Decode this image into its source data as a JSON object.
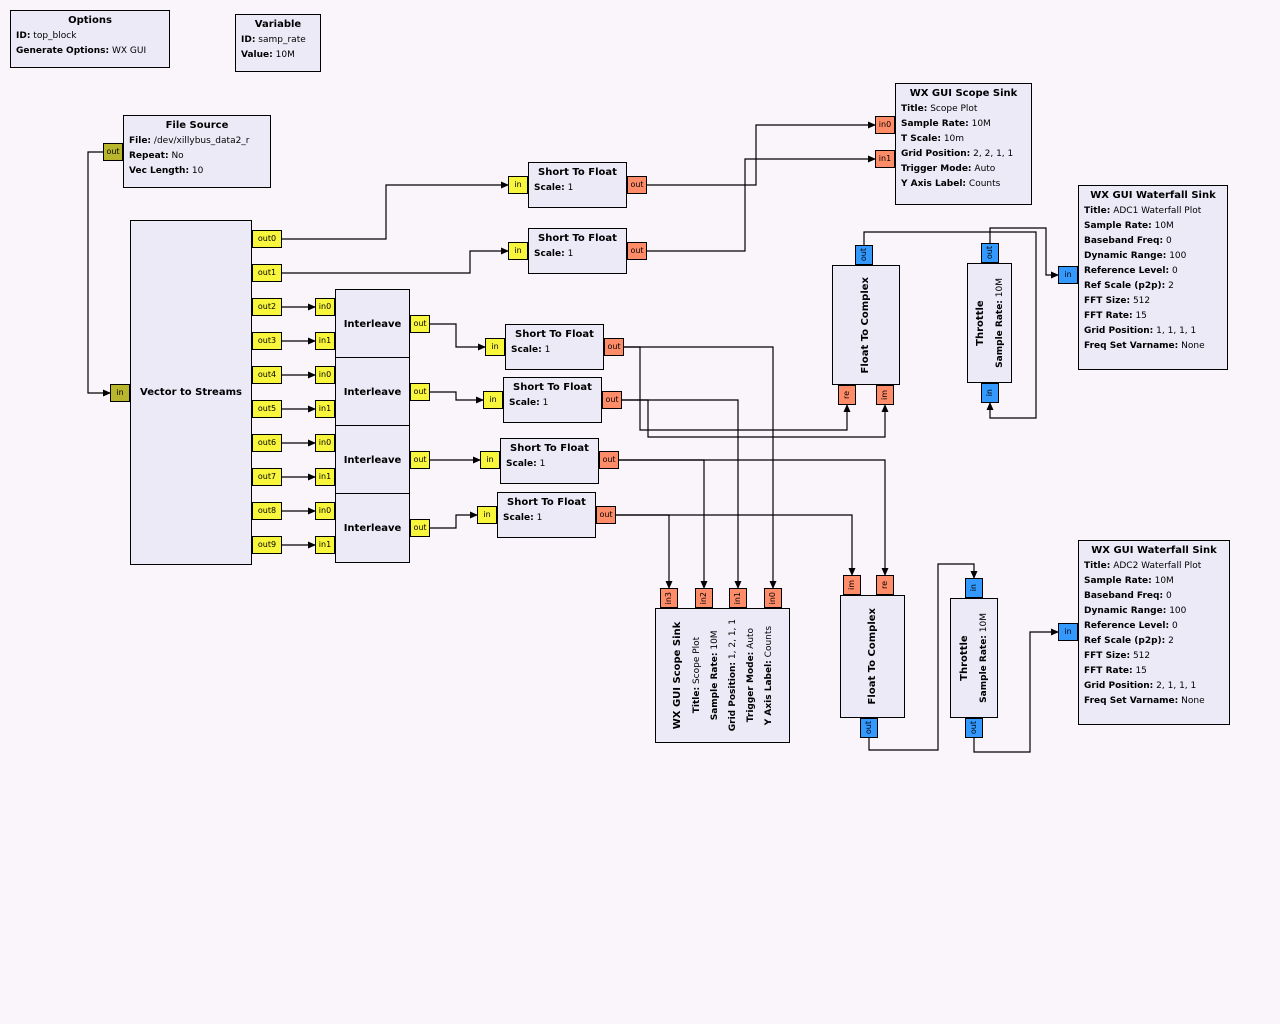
{
  "app": {
    "name": "flowgraph-editor"
  },
  "colors": {
    "short": "#f8f53d",
    "short_vector": "#b9b52c",
    "float": "#ff8c69",
    "complex": "#3399ff"
  },
  "blocks": {
    "options": {
      "title": "Options",
      "params": [
        {
          "label": "ID:",
          "value": "top_block"
        },
        {
          "label": "Generate Options:",
          "value": "WX GUI"
        }
      ],
      "ports": {}
    },
    "variable": {
      "title": "Variable",
      "params": [
        {
          "label": "ID:",
          "value": "samp_rate"
        },
        {
          "label": "Value:",
          "value": "10M"
        }
      ],
      "ports": {}
    },
    "file_source": {
      "title": "File Source",
      "params": [
        {
          "label": "File:",
          "value": "/dev/xillybus_data2_r"
        },
        {
          "label": "Repeat:",
          "value": "No"
        },
        {
          "label": "Vec Length:",
          "value": "10"
        }
      ],
      "ports": {
        "out": {
          "label": "out",
          "type": "short_vector"
        }
      }
    },
    "vector_to_streams": {
      "title": "Vector to Streams",
      "params": [],
      "ports": {
        "in": {
          "label": "in",
          "type": "short_vector"
        },
        "out0": {
          "label": "out0",
          "type": "short"
        },
        "out1": {
          "label": "out1",
          "type": "short"
        },
        "out2": {
          "label": "out2",
          "type": "short"
        },
        "out3": {
          "label": "out3",
          "type": "short"
        },
        "out4": {
          "label": "out4",
          "type": "short"
        },
        "out5": {
          "label": "out5",
          "type": "short"
        },
        "out6": {
          "label": "out6",
          "type": "short"
        },
        "out7": {
          "label": "out7",
          "type": "short"
        },
        "out8": {
          "label": "out8",
          "type": "short"
        },
        "out9": {
          "label": "out9",
          "type": "short"
        }
      }
    },
    "interleave_1": {
      "title": "Interleave",
      "params": [],
      "ports": {
        "in0": {
          "label": "in0",
          "type": "short"
        },
        "in1": {
          "label": "in1",
          "type": "short"
        },
        "out": {
          "label": "out",
          "type": "short"
        }
      }
    },
    "interleave_2": {
      "title": "Interleave",
      "params": [],
      "ports": {
        "in0": {
          "label": "in0",
          "type": "short"
        },
        "in1": {
          "label": "in1",
          "type": "short"
        },
        "out": {
          "label": "out",
          "type": "short"
        }
      }
    },
    "interleave_3": {
      "title": "Interleave",
      "params": [],
      "ports": {
        "in0": {
          "label": "in0",
          "type": "short"
        },
        "in1": {
          "label": "in1",
          "type": "short"
        },
        "out": {
          "label": "out",
          "type": "short"
        }
      }
    },
    "interleave_4": {
      "title": "Interleave",
      "params": [],
      "ports": {
        "in0": {
          "label": "in0",
          "type": "short"
        },
        "in1": {
          "label": "in1",
          "type": "short"
        },
        "out": {
          "label": "out",
          "type": "short"
        }
      }
    },
    "short_to_float_1": {
      "title": "Short To Float",
      "params": [
        {
          "label": "Scale:",
          "value": "1"
        }
      ],
      "ports": {
        "in": {
          "label": "in",
          "type": "short"
        },
        "out": {
          "label": "out",
          "type": "float"
        }
      }
    },
    "short_to_float_2": {
      "title": "Short To Float",
      "params": [
        {
          "label": "Scale:",
          "value": "1"
        }
      ],
      "ports": {
        "in": {
          "label": "in",
          "type": "short"
        },
        "out": {
          "label": "out",
          "type": "float"
        }
      }
    },
    "short_to_float_3": {
      "title": "Short To Float",
      "params": [
        {
          "label": "Scale:",
          "value": "1"
        }
      ],
      "ports": {
        "in": {
          "label": "in",
          "type": "short"
        },
        "out": {
          "label": "out",
          "type": "float"
        }
      }
    },
    "short_to_float_4": {
      "title": "Short To Float",
      "params": [
        {
          "label": "Scale:",
          "value": "1"
        }
      ],
      "ports": {
        "in": {
          "label": "in",
          "type": "short"
        },
        "out": {
          "label": "out",
          "type": "float"
        }
      }
    },
    "short_to_float_5": {
      "title": "Short To Float",
      "params": [
        {
          "label": "Scale:",
          "value": "1"
        }
      ],
      "ports": {
        "in": {
          "label": "in",
          "type": "short"
        },
        "out": {
          "label": "out",
          "type": "float"
        }
      }
    },
    "short_to_float_6": {
      "title": "Short To Float",
      "params": [
        {
          "label": "Scale:",
          "value": "1"
        }
      ],
      "ports": {
        "in": {
          "label": "in",
          "type": "short"
        },
        "out": {
          "label": "out",
          "type": "float"
        }
      }
    },
    "scope_sink_1": {
      "title": "WX GUI Scope Sink",
      "params": [
        {
          "label": "Title:",
          "value": "Scope Plot"
        },
        {
          "label": "Sample Rate:",
          "value": "10M"
        },
        {
          "label": "T Scale:",
          "value": "10m"
        },
        {
          "label": "Grid Position:",
          "value": "2, 2, 1, 1"
        },
        {
          "label": "Trigger Mode:",
          "value": "Auto"
        },
        {
          "label": "Y Axis Label:",
          "value": "Counts"
        }
      ],
      "ports": {
        "in0": {
          "label": "in0",
          "type": "float"
        },
        "in1": {
          "label": "in1",
          "type": "float"
        }
      }
    },
    "waterfall_sink_1": {
      "title": "WX GUI Waterfall Sink",
      "params": [
        {
          "label": "Title:",
          "value": "ADC1 Waterfall Plot"
        },
        {
          "label": "Sample Rate:",
          "value": "10M"
        },
        {
          "label": "Baseband Freq:",
          "value": "0"
        },
        {
          "label": "Dynamic Range:",
          "value": "100"
        },
        {
          "label": "Reference Level:",
          "value": "0"
        },
        {
          "label": "Ref Scale (p2p):",
          "value": "2"
        },
        {
          "label": "FFT Size:",
          "value": "512"
        },
        {
          "label": "FFT Rate:",
          "value": "15"
        },
        {
          "label": "Grid Position:",
          "value": "1, 1, 1, 1"
        },
        {
          "label": "Freq Set Varname:",
          "value": "None"
        }
      ],
      "ports": {
        "in": {
          "label": "in",
          "type": "complex"
        }
      }
    },
    "float_to_complex_1": {
      "title": "Float To Complex",
      "params": [],
      "ports": {
        "re": {
          "label": "re",
          "type": "float"
        },
        "im": {
          "label": "im",
          "type": "float"
        },
        "out": {
          "label": "out",
          "type": "complex"
        }
      }
    },
    "throttle_1": {
      "title": "Throttle",
      "params": [
        {
          "label": "Sample Rate:",
          "value": "10M"
        }
      ],
      "ports": {
        "in": {
          "label": "in",
          "type": "complex"
        },
        "out": {
          "label": "out",
          "type": "complex"
        }
      }
    },
    "scope_sink_2": {
      "title": "WX GUI Scope Sink",
      "params": [
        {
          "label": "Title:",
          "value": "Scope Plot"
        },
        {
          "label": "Sample Rate:",
          "value": "10M"
        },
        {
          "label": "Grid Position:",
          "value": "1, 2, 1, 1"
        },
        {
          "label": "Trigger Mode:",
          "value": "Auto"
        },
        {
          "label": "Y Axis Label:",
          "value": "Counts"
        }
      ],
      "ports": {
        "in3": {
          "label": "in3",
          "type": "float"
        },
        "in2": {
          "label": "in2",
          "type": "float"
        },
        "in1": {
          "label": "in1",
          "type": "float"
        },
        "in0": {
          "label": "in0",
          "type": "float"
        }
      }
    },
    "float_to_complex_2": {
      "title": "Float To Complex",
      "params": [],
      "ports": {
        "im": {
          "label": "im",
          "type": "float"
        },
        "re": {
          "label": "re",
          "type": "float"
        },
        "out": {
          "label": "out",
          "type": "complex"
        }
      }
    },
    "throttle_2": {
      "title": "Throttle",
      "params": [
        {
          "label": "Sample Rate:",
          "value": "10M"
        }
      ],
      "ports": {
        "in": {
          "label": "in",
          "type": "complex"
        },
        "out": {
          "label": "out",
          "type": "complex"
        }
      }
    },
    "waterfall_sink_2": {
      "title": "WX GUI Waterfall Sink",
      "params": [
        {
          "label": "Title:",
          "value": "ADC2 Waterfall Plot"
        },
        {
          "label": "Sample Rate:",
          "value": "10M"
        },
        {
          "label": "Baseband Freq:",
          "value": "0"
        },
        {
          "label": "Dynamic Range:",
          "value": "100"
        },
        {
          "label": "Reference Level:",
          "value": "0"
        },
        {
          "label": "Ref Scale (p2p):",
          "value": "2"
        },
        {
          "label": "FFT Size:",
          "value": "512"
        },
        {
          "label": "FFT Rate:",
          "value": "15"
        },
        {
          "label": "Grid Position:",
          "value": "2, 1, 1, 1"
        },
        {
          "label": "Freq Set Varname:",
          "value": "None"
        }
      ],
      "ports": {
        "in": {
          "label": "in",
          "type": "complex"
        }
      }
    }
  }
}
